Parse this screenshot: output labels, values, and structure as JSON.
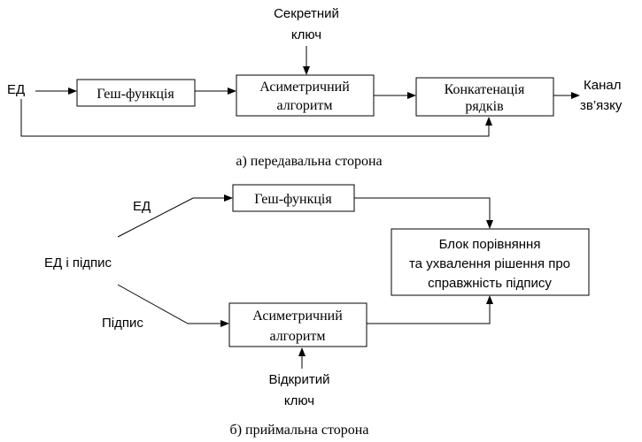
{
  "top": {
    "secret_key_line1": "Секретний",
    "secret_key_line2": "ключ",
    "input_label": "ЕД",
    "hash_box": "Геш-функція",
    "asym_box_line1": "Асиметричний",
    "asym_box_line2": "алгоритм",
    "concat_box_line1": "Конкатенація",
    "concat_box_line2": "рядків",
    "channel_line1": "Канал",
    "channel_line2": "зв’язку",
    "caption": "а)  передавальна сторона"
  },
  "bottom": {
    "ed_label": "ЕД",
    "ed_and_sig_label": "ЕД і підпис",
    "sig_label": "Підпис",
    "hash_box": "Геш-функція",
    "compare_box_line1": "Блок порівняння",
    "compare_box_line2": "та ухвалення рішення про",
    "compare_box_line3": "справжність підпису",
    "asym_box_line1": "Асиметричний",
    "asym_box_line2": "алгоритм",
    "open_key_line1": "Відкритий",
    "open_key_line2": "ключ",
    "caption": "б) приймальна сторона"
  }
}
